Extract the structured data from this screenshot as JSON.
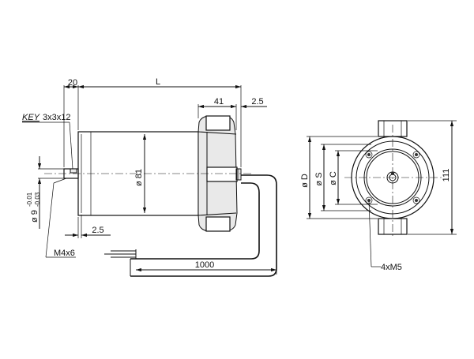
{
  "labels": {
    "dim_shaft_len": "20",
    "dim_L": "L",
    "dim_41": "41",
    "dim_2_5_top": "2.5",
    "key_word": "KEY",
    "key_size": "3x3x12",
    "dim_81": "ø 81",
    "shaft_dia_prefix": "ø 9",
    "shaft_tol_upper": "-0.01",
    "shaft_tol_lower": "-0.03",
    "dim_2_5_bottom": "2.5",
    "thread_M4": "M4x6",
    "dim_1000": "1000",
    "dim_D": "ø D",
    "dim_S": "ø S",
    "dim_C": "ø C",
    "dim_111": "111",
    "thread_4xM5": "4xM5"
  },
  "colors": {
    "line": "#111111",
    "background": "#ffffff",
    "shade": "#e9e9e9"
  }
}
